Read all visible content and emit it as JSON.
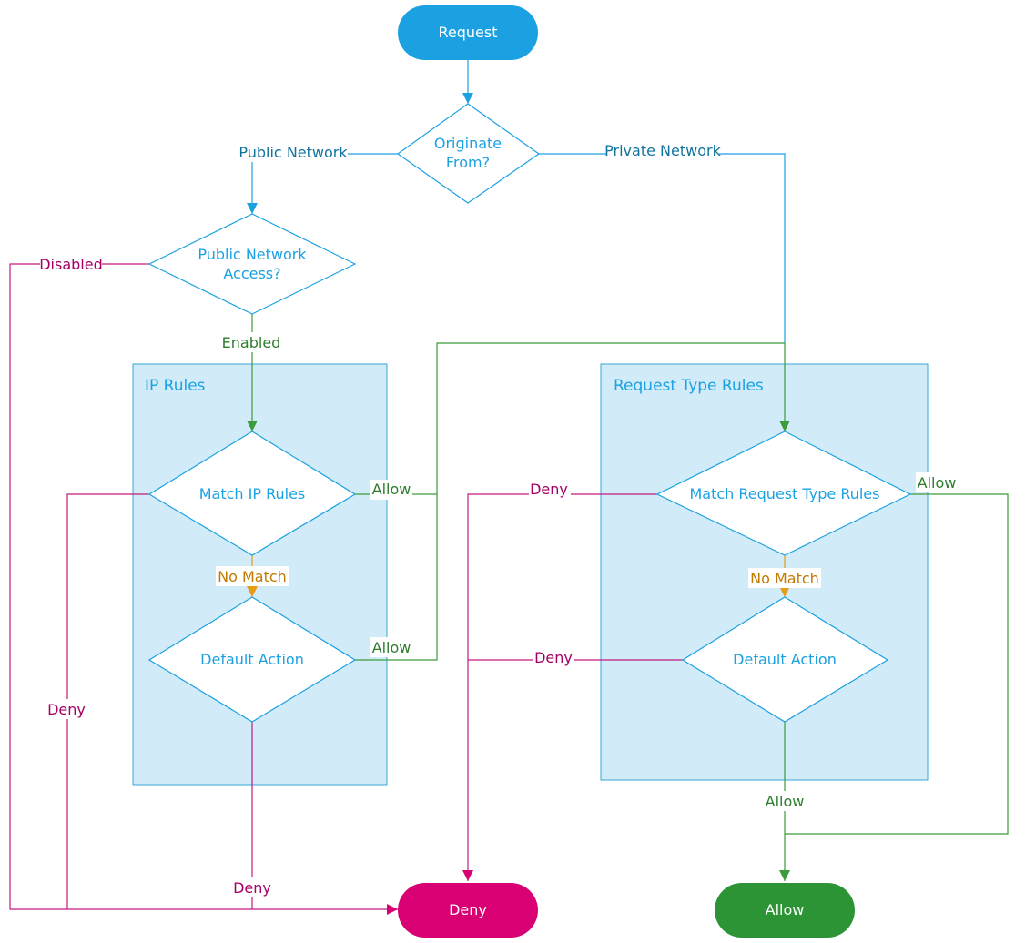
{
  "colors": {
    "blue": "#1ba1e2",
    "blue_dark": "#10739e",
    "group_fill": "#d2ebf8",
    "group_stroke": "#34a8d8",
    "deny": "#d80073",
    "deny_line": "#c41a7f",
    "allow": "#2d9436",
    "allow_line": "#3c9b3c",
    "nomatch": "#c07a00",
    "nomatch_line": "#e89b14"
  },
  "nodes": {
    "request": "Request",
    "originate": [
      "Originate",
      "From?"
    ],
    "public_access": [
      "Public Network",
      "Access?"
    ],
    "match_ip": "Match IP Rules",
    "default_ip": "Default Action",
    "match_req": "Match Request Type Rules",
    "default_req": "Default Action",
    "deny": "Deny",
    "allow": "Allow"
  },
  "groups": {
    "ip_rules": "IP Rules",
    "request_type_rules": "Request Type Rules"
  },
  "edges": {
    "public_network": "Public Network",
    "private_network": "Private Network",
    "disabled": "Disabled",
    "enabled": "Enabled",
    "ip_allow": "Allow",
    "ip_no_match": "No Match",
    "ip_default_allow": "Allow",
    "ip_deny_left": "Deny",
    "ip_default_deny": "Deny",
    "req_deny": "Deny",
    "req_allow": "Allow",
    "req_no_match": "No Match",
    "req_default_deny": "Deny",
    "req_default_allow": "Allow"
  }
}
